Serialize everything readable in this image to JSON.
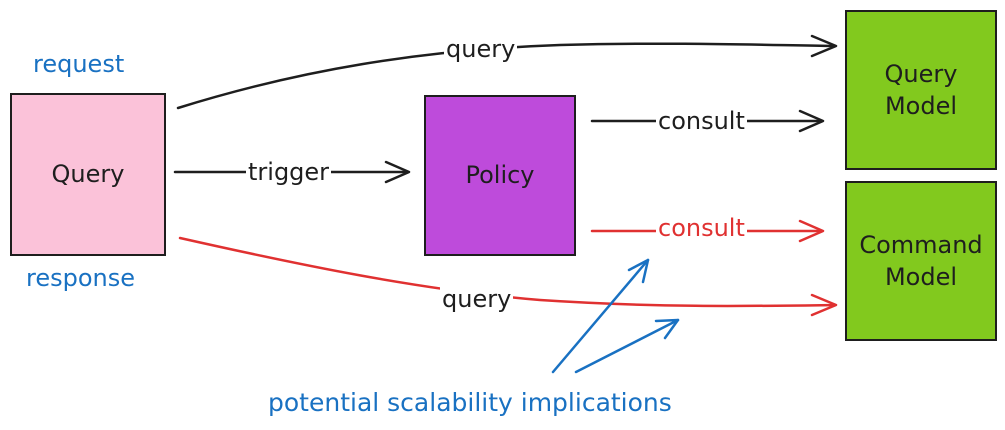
{
  "nodes": {
    "query": "Query",
    "policy": "Policy",
    "query_model": "Query\nModel",
    "command_model": "Command\nModel"
  },
  "labels": {
    "request": "request",
    "response": "response",
    "query_top": "query",
    "trigger": "trigger",
    "consult_top": "consult",
    "consult_red": "consult",
    "query_bottom": "query",
    "scalability": "potential scalability implications"
  },
  "colors": {
    "query_fill": "#fbc2d9",
    "policy_fill": "#be4bdb",
    "model_fill": "#82c91e",
    "stroke_dark": "#1e1e1e",
    "stroke_red": "#e03131",
    "annotation_blue": "#1971c2"
  }
}
